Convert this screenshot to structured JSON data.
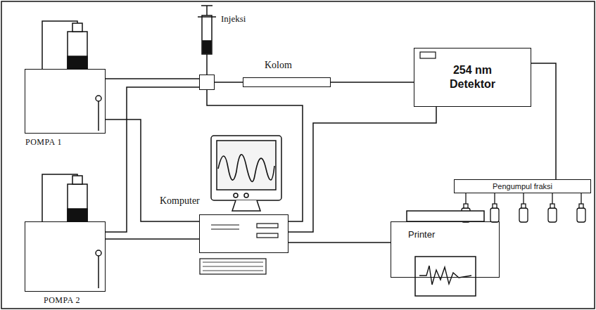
{
  "diagram": {
    "nodes": [
      {
        "text": [
          "POMPA 1"
        ]
      },
      {
        "text": [
          "POMPA 2"
        ]
      },
      {
        "text": [
          "Injeksi"
        ]
      },
      {
        "text": [
          "Kolom"
        ]
      },
      {
        "text": [
          "254 nm Detektor"
        ]
      },
      {
        "text": [
          "Pengumpul fraksi"
        ]
      },
      {
        "text": [
          "Komputer"
        ]
      },
      {
        "text": [
          "Printer"
        ]
      }
    ],
    "edges": [
      {
        "from": 0,
        "to": 2,
        "arrow": "none"
      },
      {
        "from": 1,
        "to": 2,
        "arrow": "none"
      },
      {
        "from": 2,
        "to": 3,
        "arrow": "none"
      },
      {
        "from": 3,
        "to": 4,
        "arrow": "none"
      },
      {
        "from": 4,
        "to": 5,
        "arrow": "none"
      },
      {
        "from": 6,
        "to": 0,
        "arrow": "none"
      },
      {
        "from": 6,
        "to": 1,
        "arrow": "none"
      },
      {
        "from": 6,
        "to": 2,
        "arrow": "none"
      },
      {
        "from": 6,
        "to": 4,
        "arrow": "none"
      },
      {
        "from": 6,
        "to": 7,
        "arrow": "none"
      }
    ]
  }
}
